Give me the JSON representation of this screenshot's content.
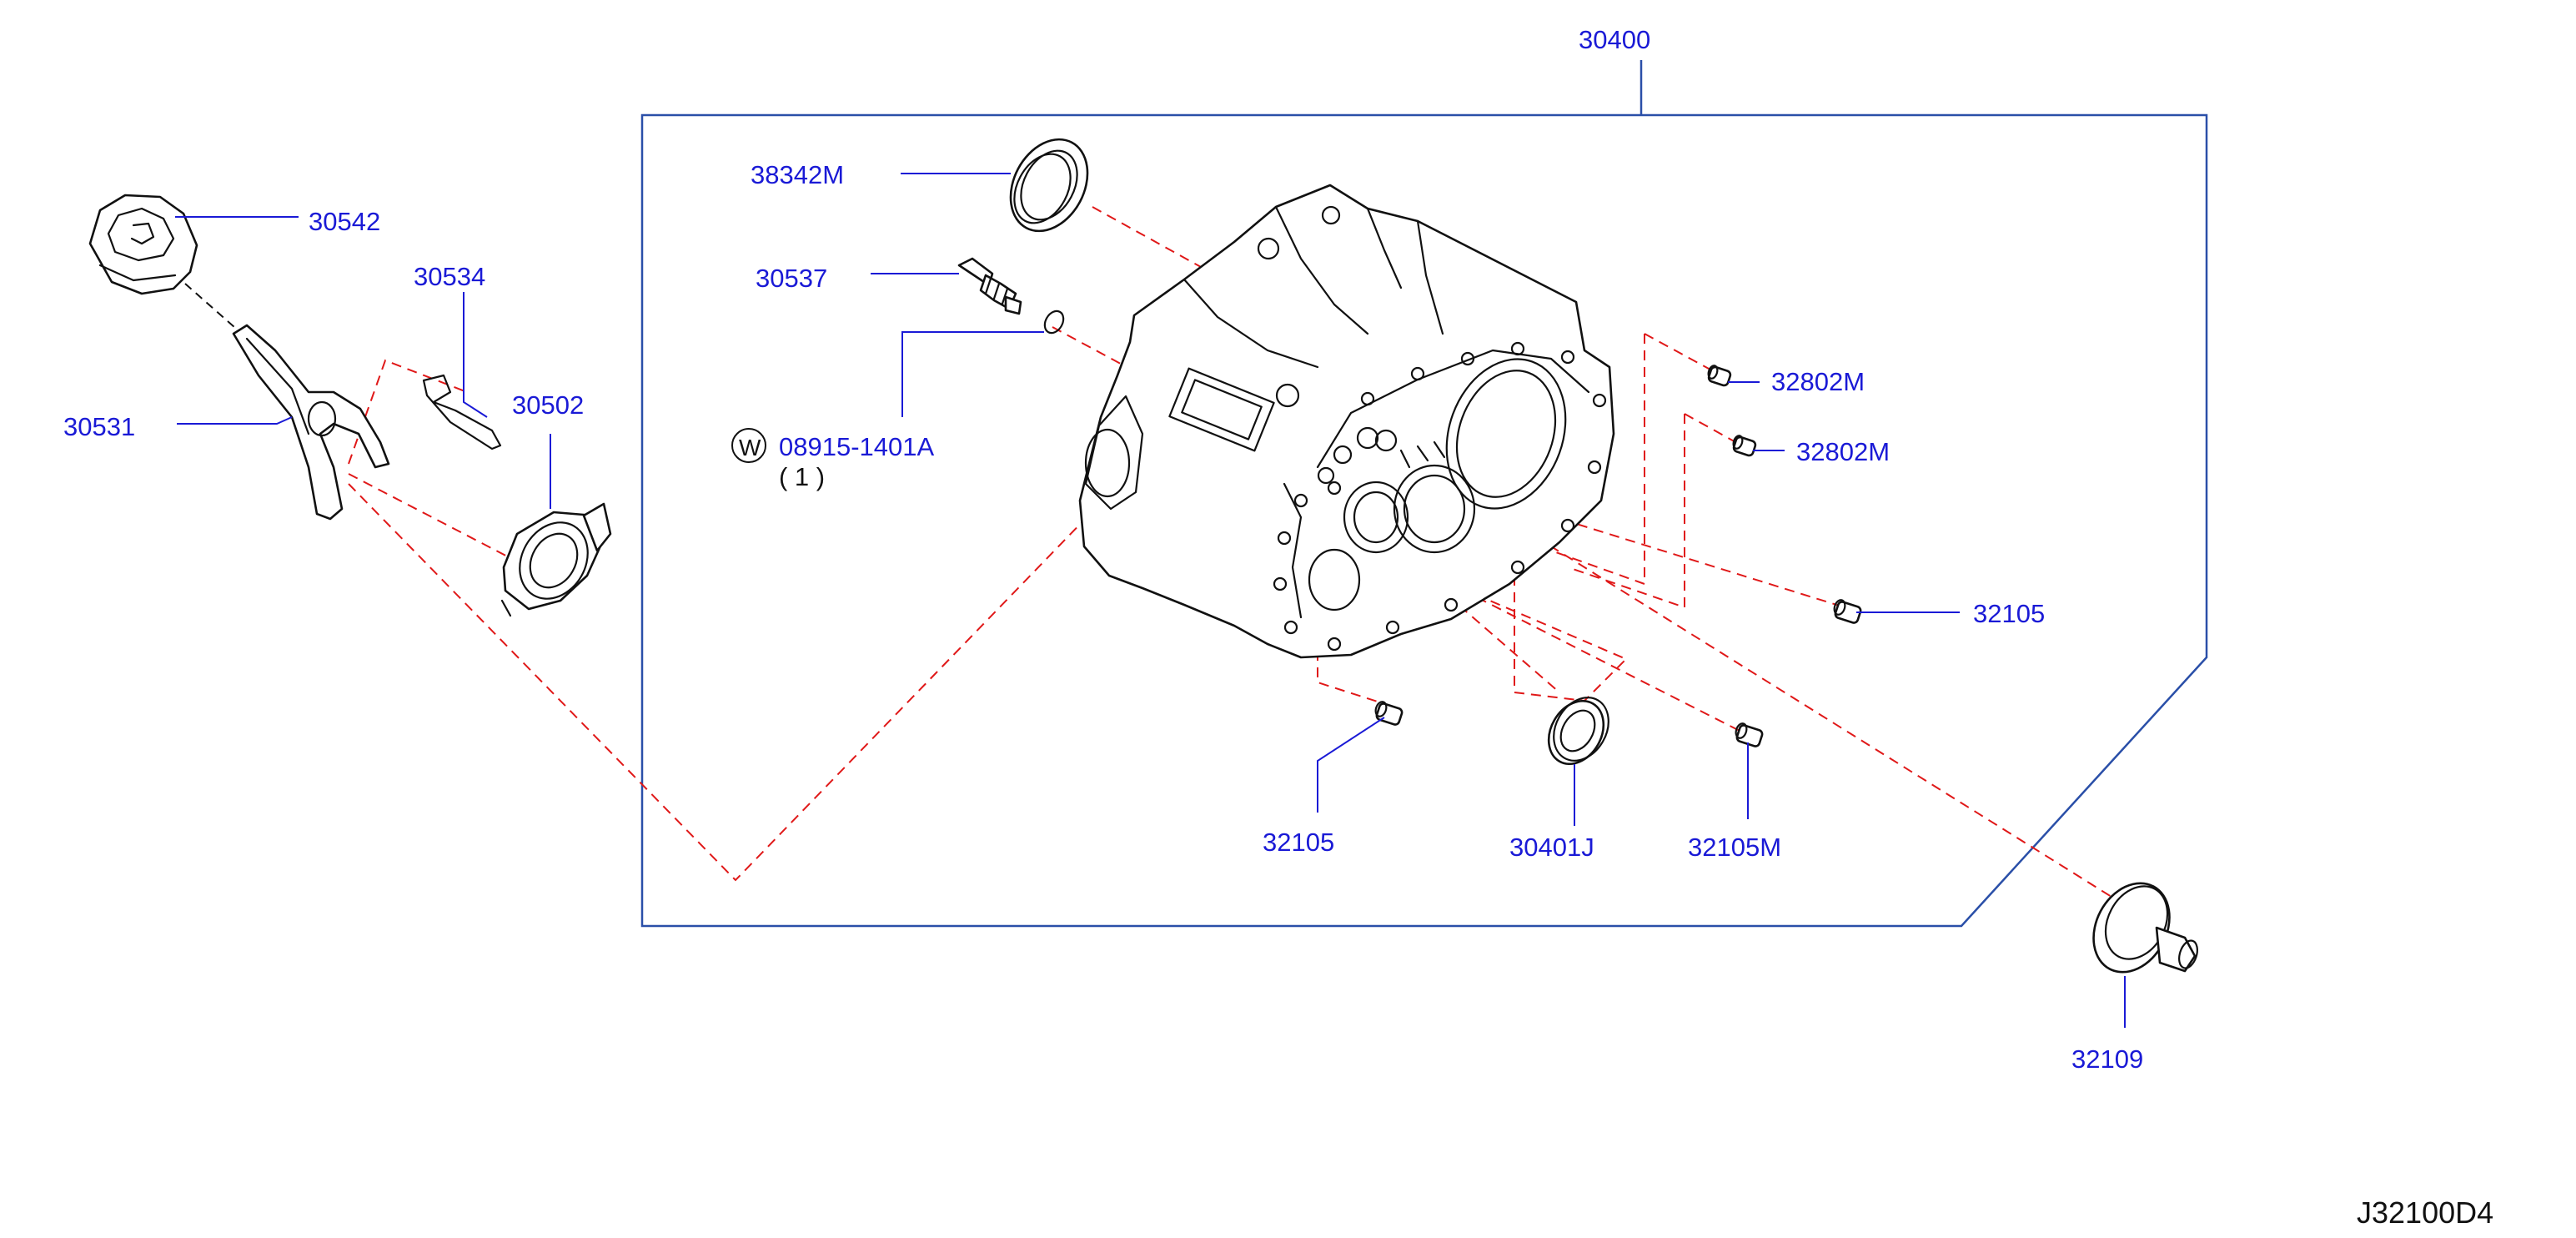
{
  "diagram": {
    "parts": {
      "p30400": "30400",
      "p38342M": "38342M",
      "p30537": "30537",
      "p08915": "08915-1401A",
      "p08915_qty": "( 1 )",
      "p08915_mark": "W",
      "p30542": "30542",
      "p30534": "30534",
      "p30531": "30531",
      "p30502": "30502",
      "p32802M_a": "32802M",
      "p32802M_b": "32802M",
      "p32105_r": "32105",
      "p32105_l": "32105",
      "p30401J": "30401J",
      "p32105M": "32105M",
      "p32109": "32109"
    },
    "diagram_code": "J32100D4"
  },
  "colors": {
    "label": "#1a1ad6",
    "frame": "#2a4fa8",
    "dashed_lead": "#e01818",
    "outline": "#111111"
  }
}
